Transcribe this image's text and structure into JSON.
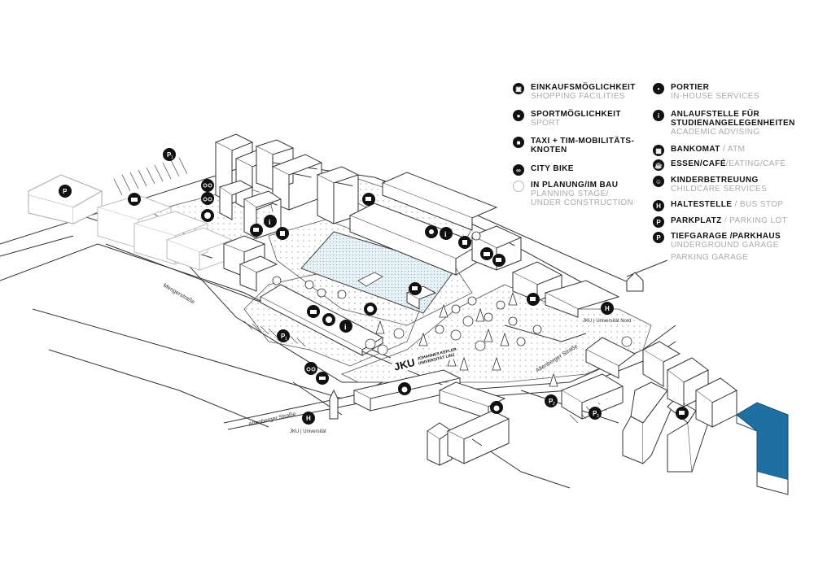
{
  "legend": {
    "shopping": {
      "de": "EINKAUFSMÖGLICHKEIT",
      "en": "SHOPPING FACILITIES",
      "icon": "shopping-bag-icon"
    },
    "sport": {
      "de": "SPORTMÖGLICHKEIT",
      "en": "SPORT",
      "icon": "ball-icon"
    },
    "taxi": {
      "de1": "TAXI + TIM-MOBILITÄTS-",
      "de2": "KNOTEN",
      "icon": "car-icon"
    },
    "citybike": {
      "de": "CITY BIKE",
      "icon": "bicycle-icon"
    },
    "planning": {
      "de": "IN PLANUNG/IM BAU",
      "en1": "PLANNING STAGE/",
      "en2": "UNDER CONSTRUCTION",
      "icon": "empty-circle-icon"
    },
    "portier": {
      "de": "PORTIER",
      "en": "IN-HOUSE SERVICES",
      "icon": "bell-icon"
    },
    "advising": {
      "de1": "ANLAUFSTELLE FÜR",
      "de2": "STUDIENANGELEGENHEITEN",
      "en": "ACADEMIC ADVISING",
      "icon": "info-icon",
      "glyph": "i"
    },
    "atm": {
      "de": "BANKOMAT",
      "en": "/ ATM",
      "icon": "atm-icon"
    },
    "eating": {
      "de": "ESSEN/CAFÉ",
      "en": "/EATING/CAFÉ",
      "icon": "cup-icon"
    },
    "childcare": {
      "de": "KINDERBETREUUNG",
      "en": "CHILDCARE SERVICES",
      "icon": "bear-icon"
    },
    "busstop": {
      "de": "HALTESTELLE",
      "en": "/ BUS STOP",
      "icon": "bus-stop-icon",
      "glyph": "H"
    },
    "parking": {
      "de": "PARKPLATZ",
      "en": "/ PARKING LOT",
      "icon": "parking-icon",
      "glyph": "P"
    },
    "garage": {
      "de": "TIEFGARAGE /PARKHAUS",
      "en1": "UNDERGROUND GARAGE",
      "en2": "PARKING GARAGE",
      "icon": "garage-icon",
      "glyph": "P"
    }
  },
  "map": {
    "street_mengerstrasse": "Mengerstraße",
    "street_altenberger_1": "Altenberger Straße",
    "street_altenberger_2": "Altenberger Straße",
    "stop_universitaet": "JKU | Universität",
    "stop_universitaet_nord": "JKU | Universität Nord",
    "logo_mark": "JKU",
    "logo_line1": "JOHANNES KEPLER",
    "logo_line2": "UNIVERSITÄT LINZ",
    "glyph_h": "H",
    "glyph_p": "P",
    "glyph_i": "i",
    "sub_1": "1",
    "sub_2": "2",
    "sub_3": "3",
    "highlight_color": "#1f6fa3"
  }
}
